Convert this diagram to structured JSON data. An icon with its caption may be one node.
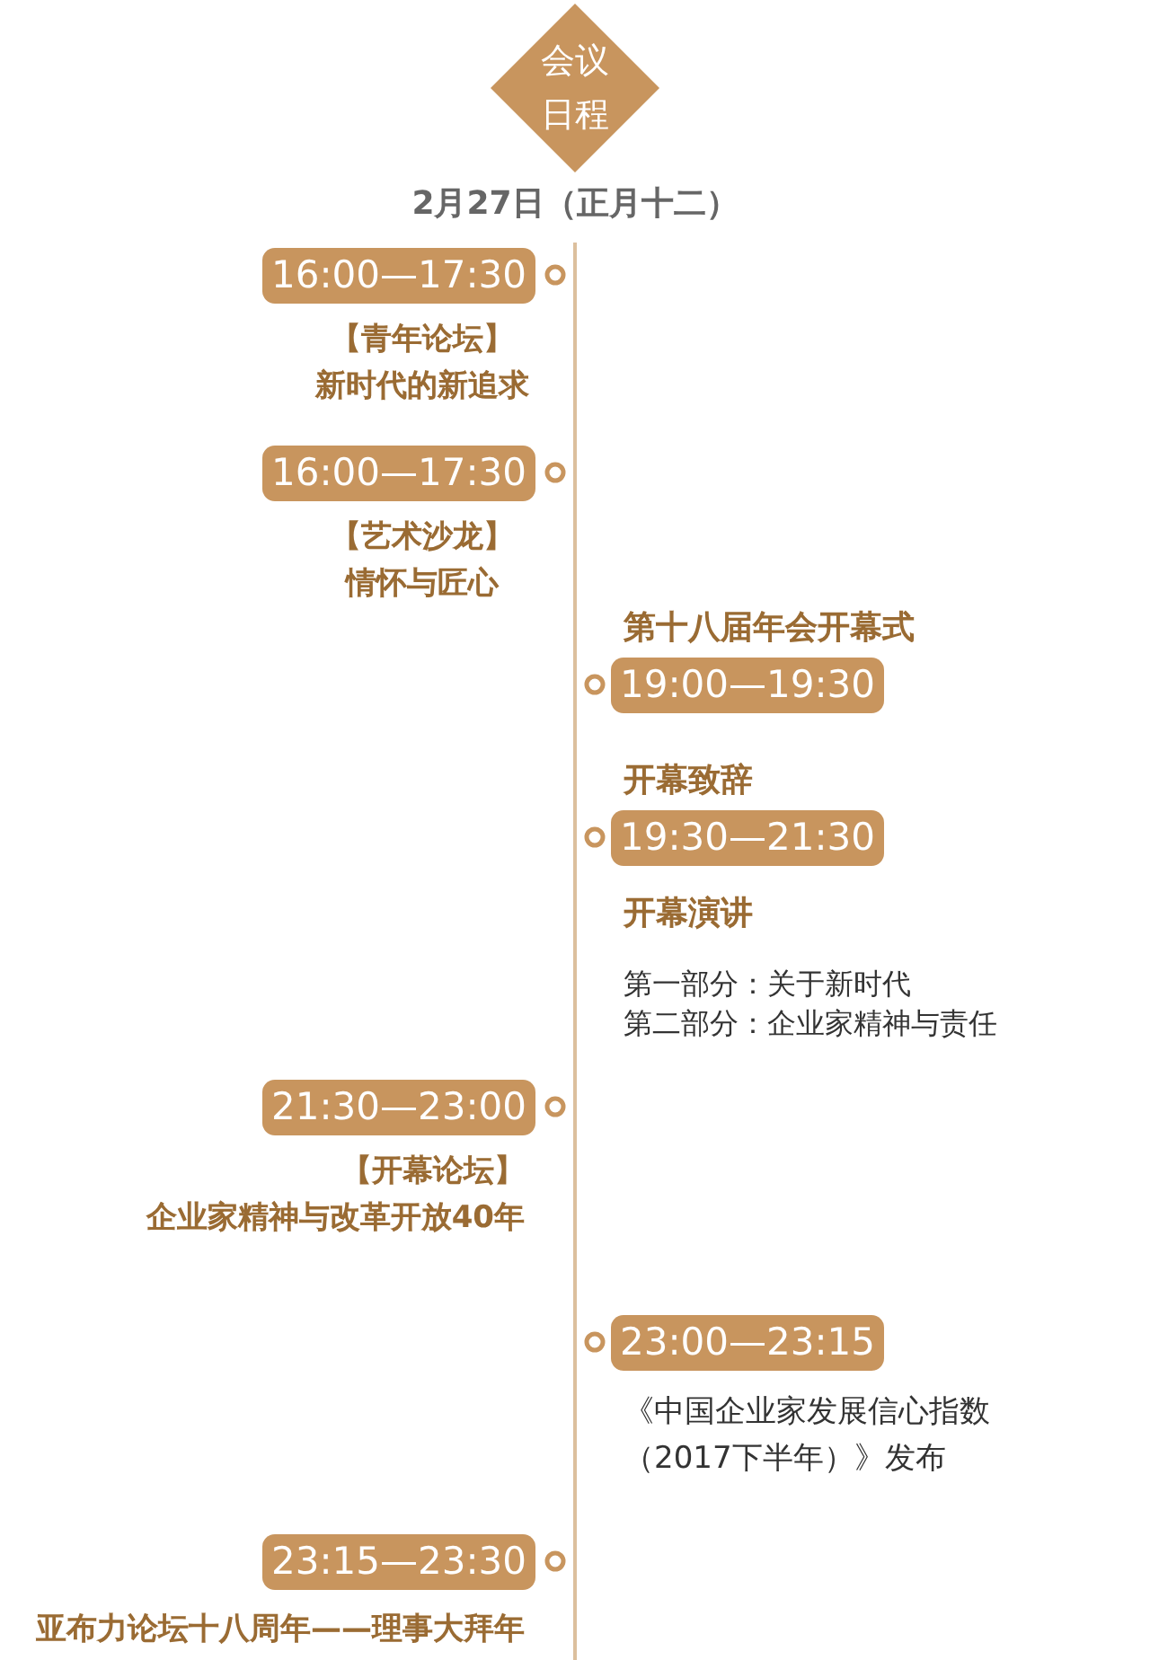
{
  "diagram": {
    "nodes": [
      {
        "text": [
          "会议日程"
        ]
      },
      {
        "text": [
          "16:00—17:30"
        ],
        "beside": [
          "【青年论坛】",
          "新时代的新追求"
        ]
      },
      {
        "text": [
          "16:00—17:30"
        ],
        "beside": [
          "【艺术沙龙】",
          "情怀与匠心"
        ]
      },
      {
        "text": [
          "19:00—19:30"
        ],
        "beside": [
          "第十八届年会开幕式"
        ]
      },
      {
        "text": [
          "19:30—21:30"
        ],
        "beside": [
          "开幕致辞",
          "开幕演讲",
          "第一部分：关于新时代",
          "第二部分：企业家精神与责任"
        ]
      },
      {
        "text": [
          "21:30—23:00"
        ],
        "beside": [
          "【开幕论坛】",
          "企业家精神与改革开放40年"
        ]
      },
      {
        "text": [
          "23:00—23:15"
        ],
        "beside": [
          "《中国企业家发展信心指数（2017下半年）》发布"
        ]
      },
      {
        "text": [
          "23:15—23:30"
        ],
        "beside": [
          "亚布力论坛十八周年——理事大拜年"
        ]
      }
    ],
    "edges": [],
    "labels": [
      "2月27日（正月十二）"
    ]
  }
}
